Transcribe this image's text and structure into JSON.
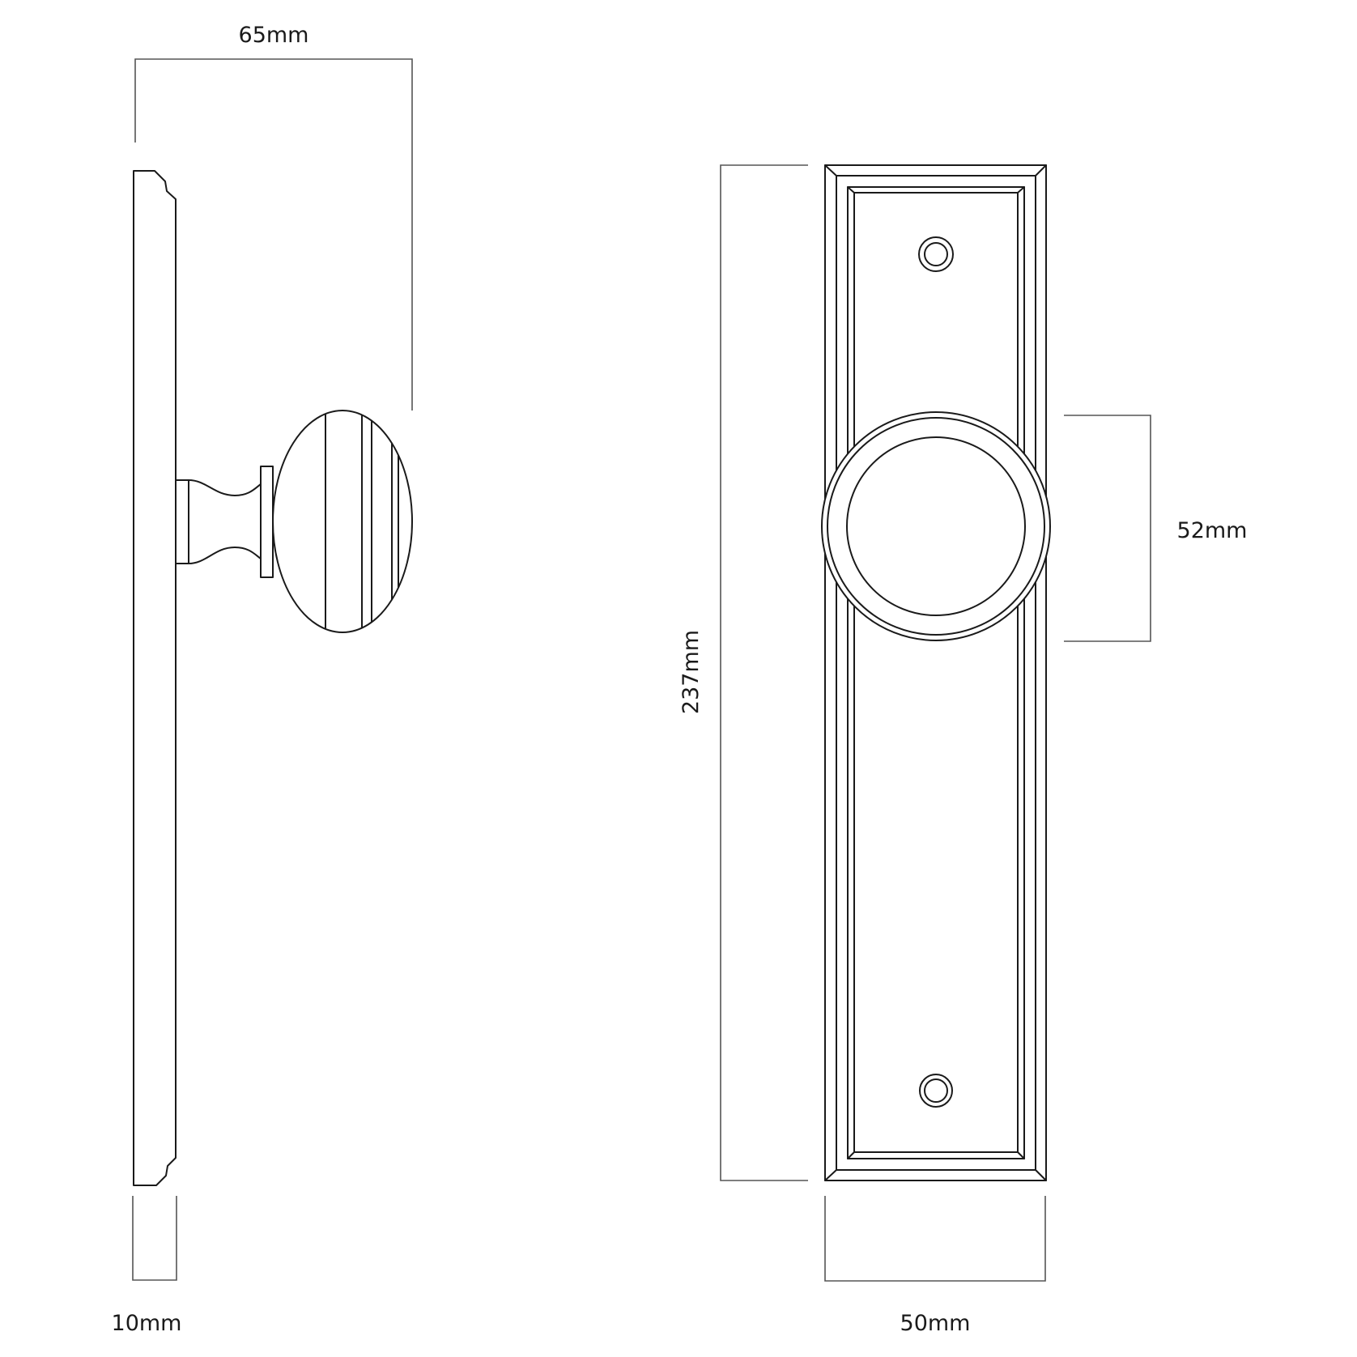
{
  "diagram": {
    "type": "technical-drawing",
    "subject": "door knob on rectangular backplate",
    "line_color": "#1a1a1a",
    "dimension_line_color": "#555555",
    "background": "#ffffff"
  },
  "side_view": {
    "name": "side-elevation",
    "dimensions": {
      "projection": {
        "label": "65mm",
        "value": 65,
        "unit": "mm"
      },
      "plate_thickness": {
        "label": "10mm",
        "value": 10,
        "unit": "mm"
      }
    }
  },
  "front_view": {
    "name": "front-elevation",
    "screw_holes": 2,
    "dimensions": {
      "plate_height": {
        "label": "237mm",
        "value": 237,
        "unit": "mm"
      },
      "plate_width": {
        "label": "50mm",
        "value": 50,
        "unit": "mm"
      },
      "knob_diameter": {
        "label": "52mm",
        "value": 52,
        "unit": "mm"
      }
    }
  }
}
